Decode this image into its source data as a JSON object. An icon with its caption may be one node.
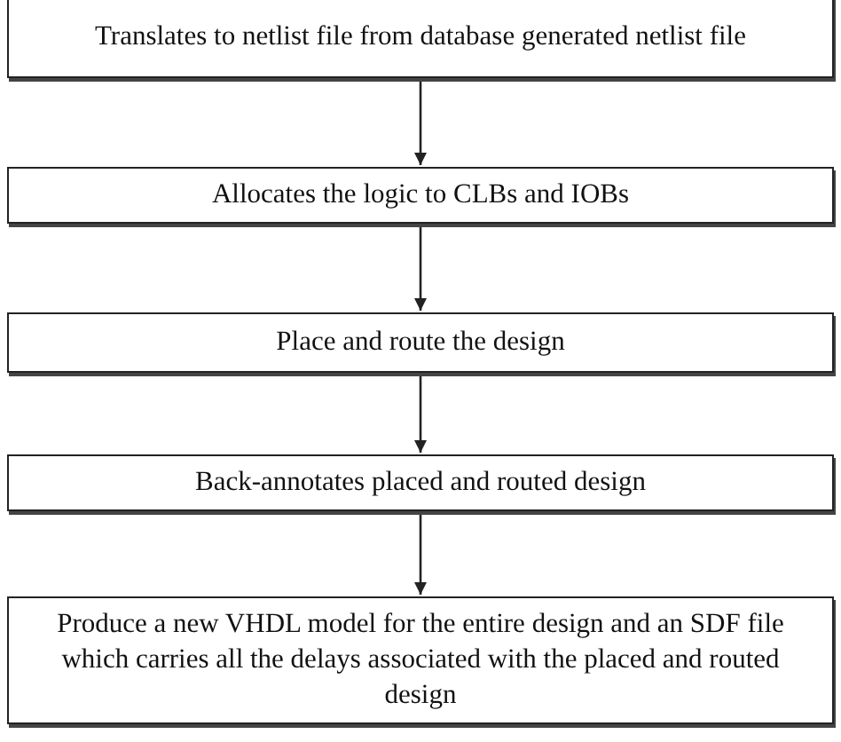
{
  "diagram": {
    "nodes": [
      {
        "text": [
          "Translates to netlist file from database generated netlist file"
        ]
      },
      {
        "text": [
          "Allocates the logic to CLBs and IOBs"
        ]
      },
      {
        "text": [
          "Place and route the design"
        ]
      },
      {
        "text": [
          "Back-annotates placed and routed design"
        ]
      },
      {
        "text": [
          "Produce a new VHDL model for the entire design and an SDF file which carries all the delays associated with the placed and routed design"
        ]
      }
    ],
    "edges": [
      {
        "from": 0,
        "to": 1,
        "arrow": "to"
      },
      {
        "from": 1,
        "to": 2,
        "arrow": "to"
      },
      {
        "from": 2,
        "to": 3,
        "arrow": "to"
      },
      {
        "from": 3,
        "to": 4,
        "arrow": "to"
      }
    ]
  }
}
